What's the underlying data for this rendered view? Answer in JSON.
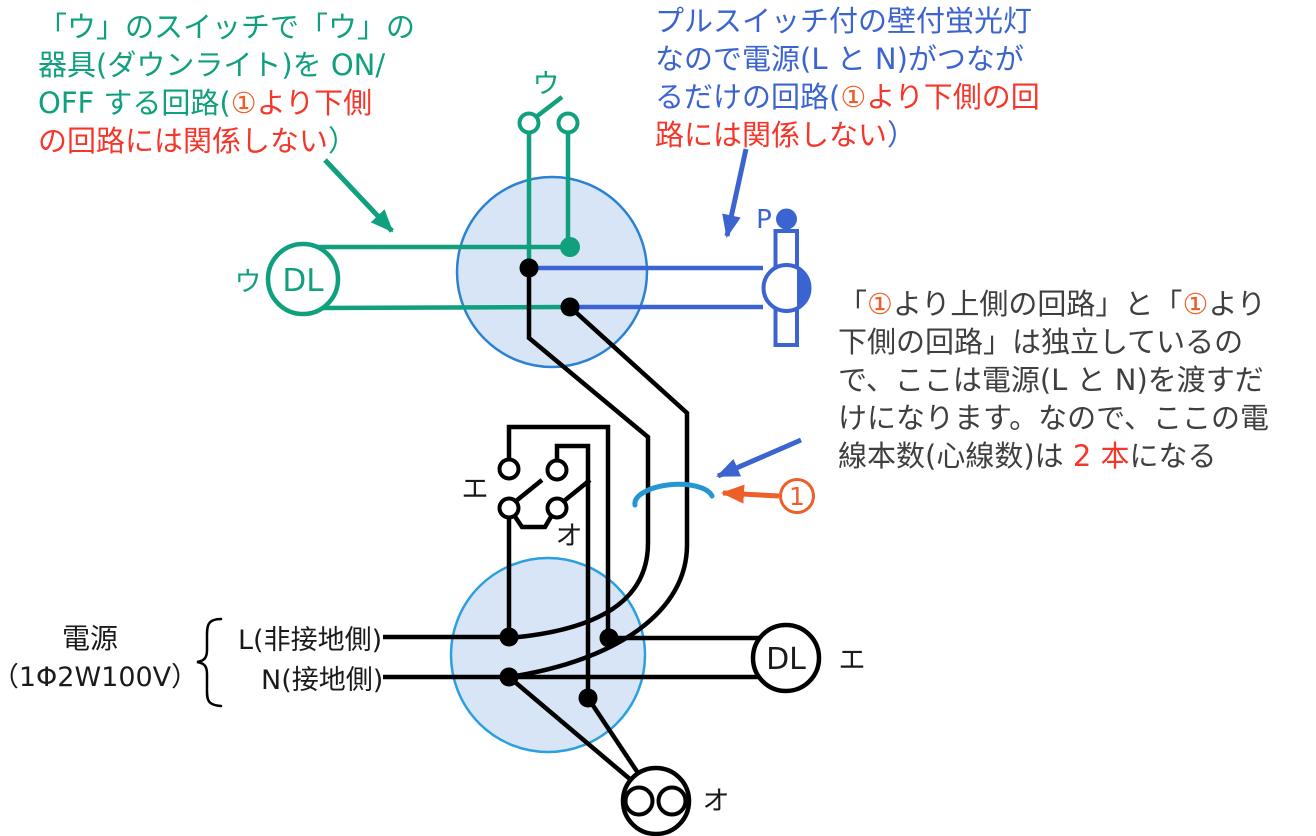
{
  "annotations": {
    "downlight_circuit": {
      "line1": "「ウ」のスイッチで「ウ」の",
      "line2": "器具(ダウンライト)を ON/",
      "line3_a": "OFF する回路(",
      "line3_b": "①",
      "line3_c": "より下側",
      "line4_a": "の回路には関係しない",
      "line4_b": "）"
    },
    "fluorescent_circuit": {
      "line1": "プルスイッチ付の壁付蛍光灯",
      "line2": "なので電源(L と N)がつなが",
      "line3_a": "るだけの回路(",
      "line3_b": "①",
      "line3_c": "より下側の回",
      "line4_a": "路には関係しない",
      "line4_b": "）"
    },
    "crossing_note": {
      "line1_a": "「",
      "line1_b": "①",
      "line1_c": "より上側の回路」と「",
      "line1_d": "①",
      "line1_e": "より",
      "line2": "下側の回路」は独立しているの",
      "line3": "で、ここは電源(L と N)を渡すだ",
      "line4": "けになります。なので、ここの電",
      "line5_a": "線本数(心線数)は ",
      "line5_b": "2 本",
      "line5_c": "になる"
    }
  },
  "source": {
    "title": "電源",
    "spec": "（1Φ2W100V）",
    "line_l": "L(非接地側)",
    "line_n": "N(接地側)"
  },
  "labels": {
    "switch_u": "ウ",
    "downlight_u_prefix": "ウ",
    "downlight_u_symbol": "DL",
    "pull_switch": "P",
    "switch_e": "エ",
    "switch_o": "オ",
    "downlight_e_symbol": "DL",
    "downlight_e_suffix": "エ",
    "ceiling_o": "オ",
    "marker_number": "1"
  },
  "colors": {
    "green": "#10a07d",
    "blue": "#3c64d1",
    "red": "#f5372b",
    "orange": "#ee5f28",
    "dark": "#3f3f3f",
    "cyan": "#2297d4",
    "box_fill": "#d8e5f6",
    "box_stroke_top": "#2b82d2",
    "box_stroke_bottom": "#2aa0e0",
    "wire_black": "#000000"
  }
}
